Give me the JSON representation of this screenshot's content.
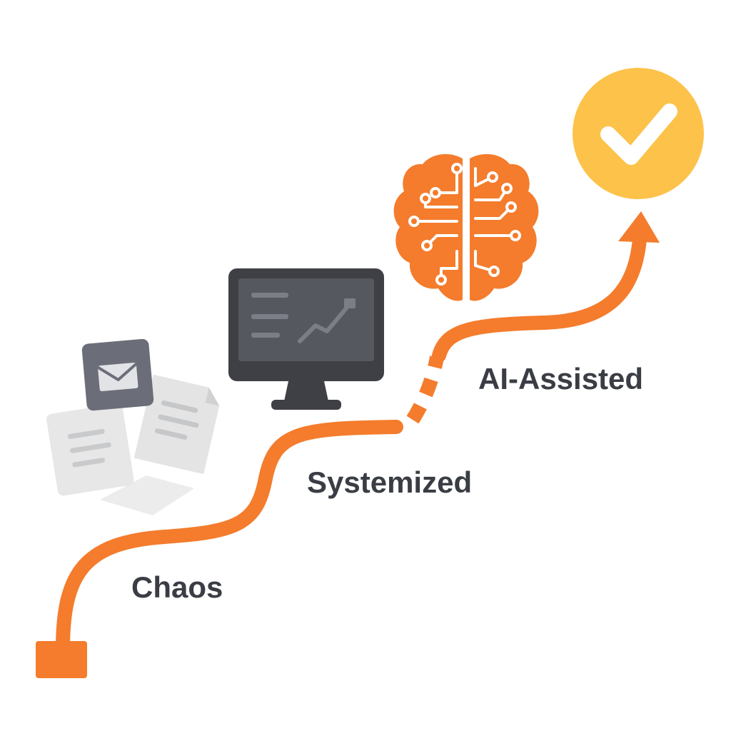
{
  "stages": [
    {
      "key": "chaos",
      "label": "Chaos",
      "icon": "scattered-documents-icon"
    },
    {
      "key": "systemized",
      "label": "Systemized",
      "icon": "monitor-chart-icon"
    },
    {
      "key": "ai_assisted",
      "label": "AI-Assisted",
      "icon": "brain-circuit-icon"
    }
  ],
  "goal": {
    "icon": "checkmark-circle-icon"
  },
  "colors": {
    "path": "#f47c2c",
    "label": "#3a3d44",
    "brain": "#f47c2c",
    "monitor": "#3e4046",
    "monitor_screen": "#55585f",
    "envelope": "#6b6e78",
    "paper": "#e7e7e8",
    "goal": "#fdc24a"
  }
}
